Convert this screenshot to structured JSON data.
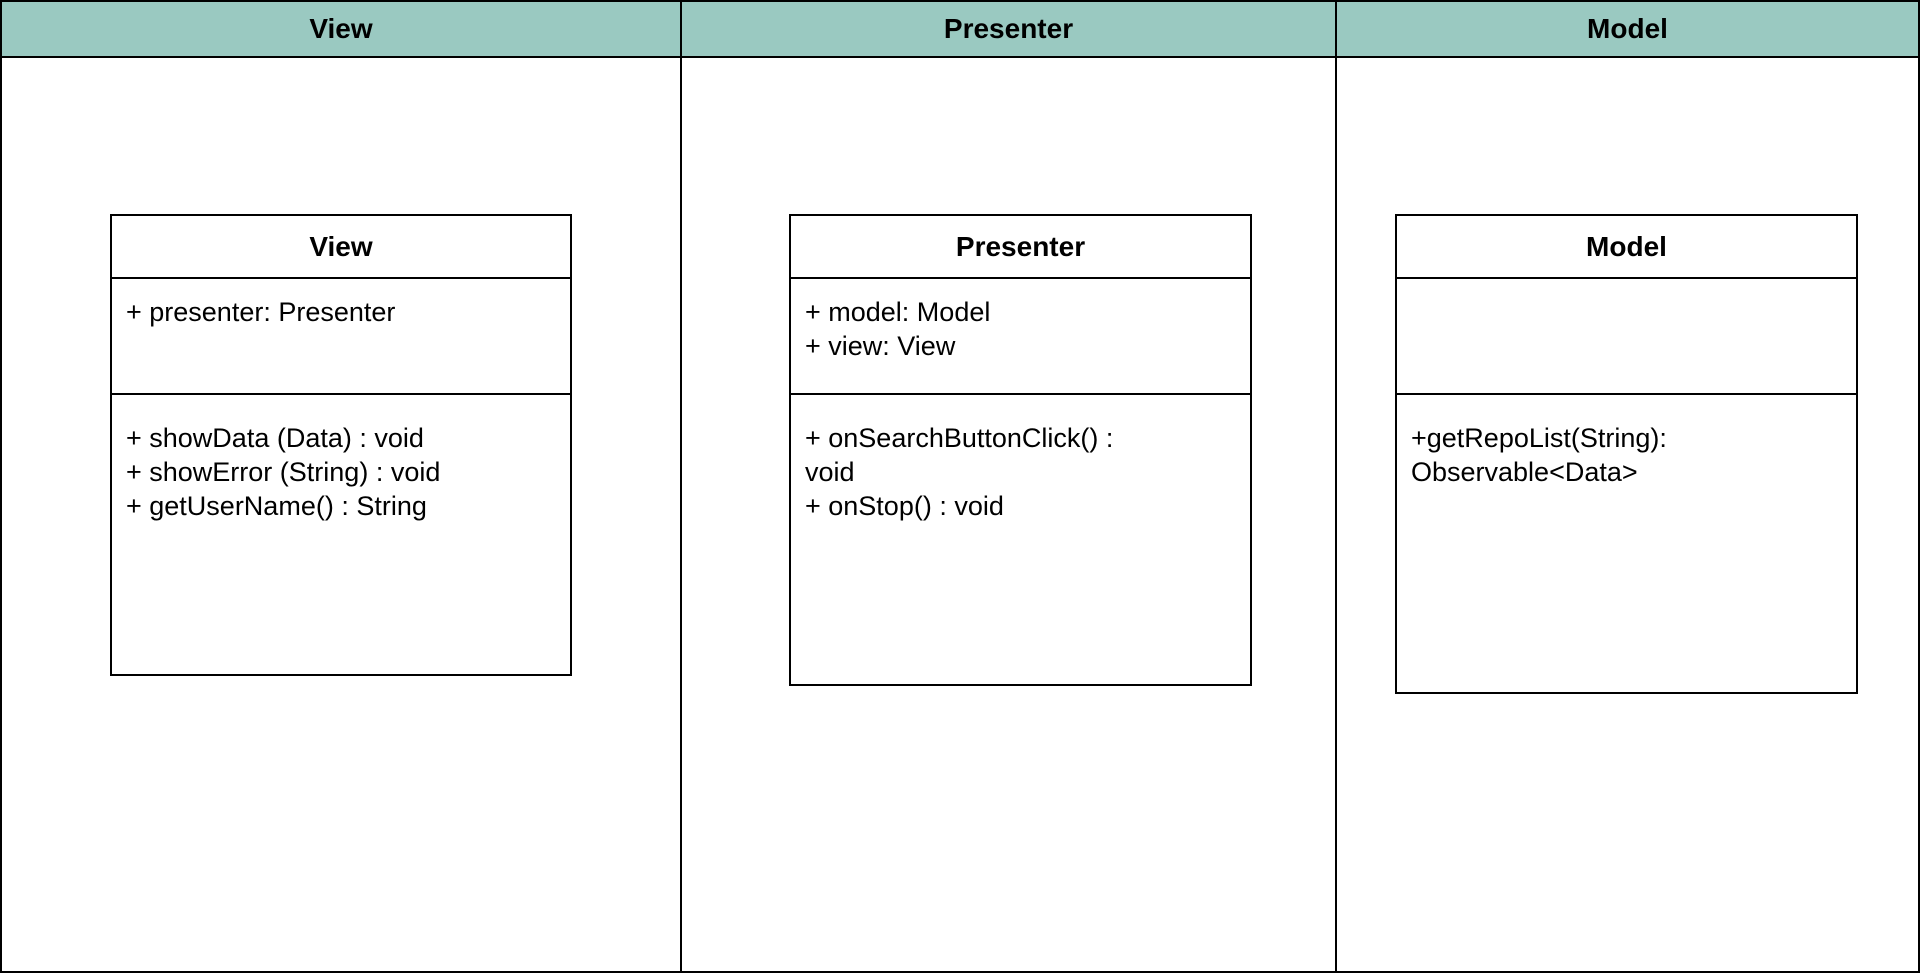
{
  "theme": {
    "header_color": "#9ac9c1",
    "line_color": "#000000"
  },
  "lanes": [
    {
      "title": "View",
      "class": {
        "name": "View",
        "attributes": [
          "+ presenter: Presenter"
        ],
        "operations": [
          "+ showData (Data) : void",
          "+ showError (String) : void",
          "+ getUserName() : String"
        ]
      }
    },
    {
      "title": "Presenter",
      "class": {
        "name": "Presenter",
        "attributes": [
          "+ model: Model",
          "+ view: View"
        ],
        "operations": [
          "+ onSearchButtonClick() : void",
          "+ onStop() : void"
        ]
      }
    },
    {
      "title": "Model",
      "class": {
        "name": "Model",
        "attributes": [],
        "operations": [
          "+getRepoList(String): Observable<Data>"
        ]
      }
    }
  ]
}
